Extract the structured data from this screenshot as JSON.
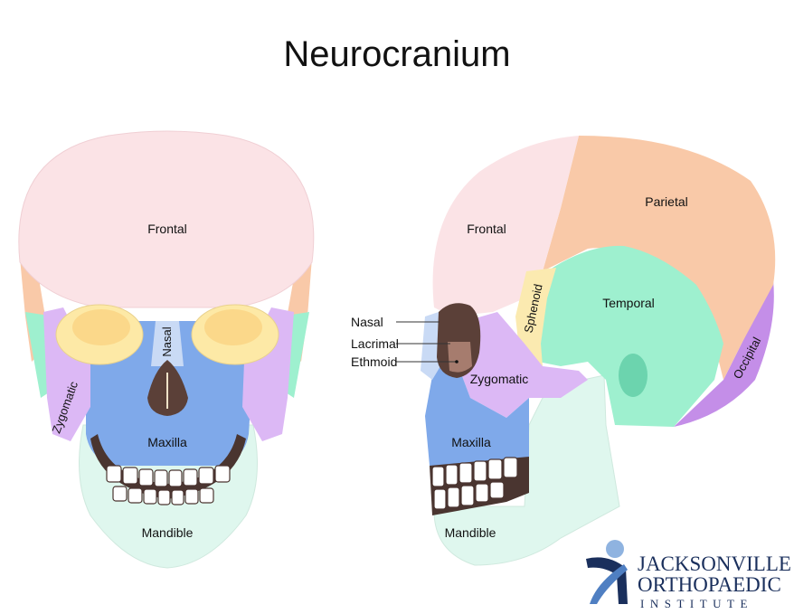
{
  "title": "Neurocranium",
  "front_view": {
    "labels": {
      "frontal": "Frontal",
      "nasal": "Nasal",
      "zygomatic": "Zygomatic",
      "maxilla": "Maxilla",
      "mandible": "Mandible"
    }
  },
  "side_view": {
    "labels": {
      "frontal": "Frontal",
      "parietal": "Parietal",
      "sphenoid": "Sphenoid",
      "temporal": "Temporal",
      "occipital": "Occipital",
      "zygomatic": "Zygomatic",
      "maxilla": "Maxilla",
      "mandible": "Mandible"
    },
    "callouts": {
      "nasal": "Nasal",
      "lacrimal": "Lacrimal",
      "ethmoid": "Ethmoid"
    }
  },
  "colors": {
    "frontal": "#fbe3e6",
    "parietal": "#f9c9a8",
    "sphenoid": "#fbeab0",
    "temporal": "#9ef0cf",
    "occipital": "#c48ee8",
    "zygomatic": "#dcb8f5",
    "maxilla": "#7fa9ea",
    "mandible": "#dff7ee",
    "nasal": "#c9daf5",
    "ethmoid_dark": "#5b4038",
    "orbit": "#fde9a6"
  },
  "logo": {
    "line1": "JACKSONVILLE",
    "line2": "ORTHOPAEDIC",
    "line3": "INSTITUTE",
    "primary_color": "#1a2f5c"
  }
}
